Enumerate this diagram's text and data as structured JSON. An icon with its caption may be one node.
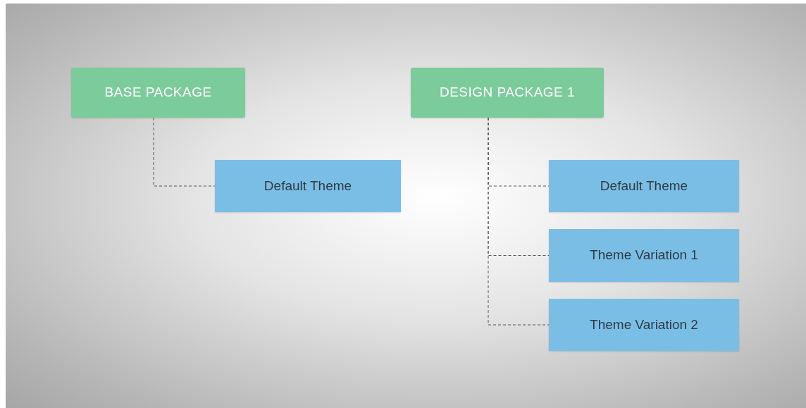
{
  "diagram": {
    "nodes": [
      {
        "text": [
          "BASE PACKAGE"
        ]
      },
      {
        "text": [
          "Default Theme"
        ]
      },
      {
        "text": [
          "DESIGN PACKAGE 1"
        ]
      },
      {
        "text": [
          "Default Theme"
        ]
      },
      {
        "text": [
          "Theme Variation 1"
        ]
      },
      {
        "text": [
          "Theme Variation 2"
        ]
      }
    ],
    "edges": [
      {
        "from": 0,
        "to": 1,
        "arrow": "none",
        "style": "dashed"
      },
      {
        "from": 2,
        "to": 3,
        "arrow": "none",
        "style": "dashed"
      },
      {
        "from": 2,
        "to": 4,
        "arrow": "none",
        "style": "dashed"
      },
      {
        "from": 2,
        "to": 5,
        "arrow": "none",
        "style": "dashed"
      }
    ]
  }
}
